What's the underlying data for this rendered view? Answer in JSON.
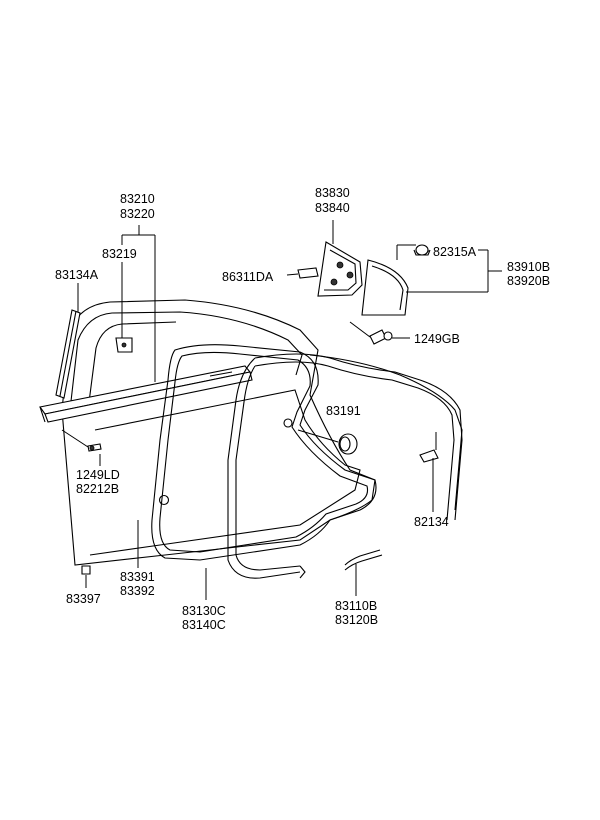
{
  "diagram": {
    "labels": [
      {
        "key": "p83210",
        "text": "83210"
      },
      {
        "key": "p83220",
        "text": "83220"
      },
      {
        "key": "p83219",
        "text": "83219"
      },
      {
        "key": "p83134A",
        "text": "83134A"
      },
      {
        "key": "p83830",
        "text": "83830"
      },
      {
        "key": "p83840",
        "text": "83840"
      },
      {
        "key": "p86311DA",
        "text": "86311DA"
      },
      {
        "key": "p82315A",
        "text": "82315A"
      },
      {
        "key": "p83910B",
        "text": "83910B"
      },
      {
        "key": "p83920B",
        "text": "83920B"
      },
      {
        "key": "p1249GB",
        "text": "1249GB"
      },
      {
        "key": "p83191",
        "text": "83191"
      },
      {
        "key": "p1249LD",
        "text": "1249LD"
      },
      {
        "key": "p82212B",
        "text": "82212B"
      },
      {
        "key": "p82134",
        "text": "82134"
      },
      {
        "key": "p83391",
        "text": "83391"
      },
      {
        "key": "p83392",
        "text": "83392"
      },
      {
        "key": "p83397",
        "text": "83397"
      },
      {
        "key": "p83130C",
        "text": "83130C"
      },
      {
        "key": "p83140C",
        "text": "83140C"
      },
      {
        "key": "p83110B",
        "text": "83110B"
      },
      {
        "key": "p83120B",
        "text": "83120B"
      }
    ]
  }
}
